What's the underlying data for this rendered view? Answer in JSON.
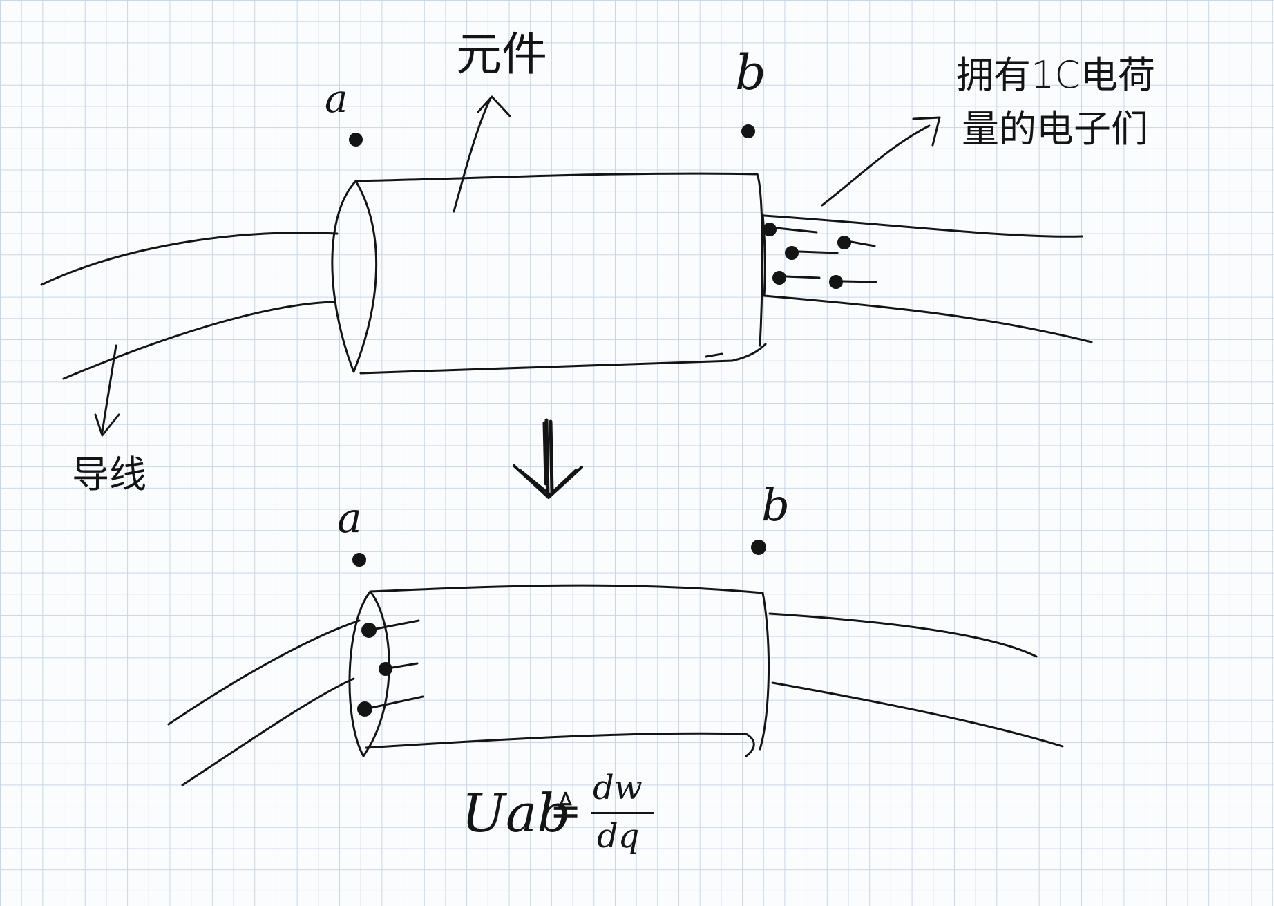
{
  "labels": {
    "terminal_a_top": "a",
    "terminal_b_top": "b",
    "terminal_a_bottom": "a",
    "terminal_b_bottom": "b",
    "element": "元件",
    "wire": "导线",
    "electrons_line1": "拥有1C电荷",
    "electrons_line2": "量的电子们"
  },
  "formula": {
    "lhs": "Uab",
    "symbol": "≜",
    "numerator": "dw",
    "denominator": "dq"
  },
  "colors": {
    "ink": "#141414",
    "grid": "#c9d6e6",
    "paper": "#fbfcfe"
  }
}
